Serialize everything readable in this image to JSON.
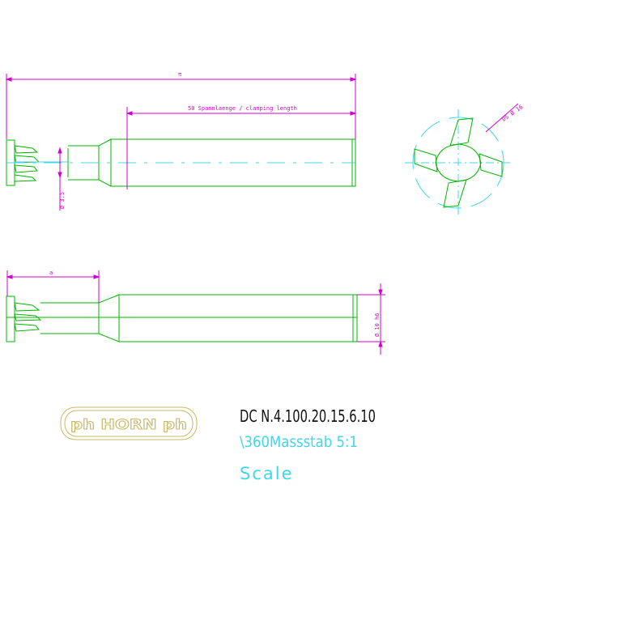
{
  "drawing": {
    "overall_length_label": "π",
    "clamping_length_label": "50  Spannlaenge / clamping length",
    "cutter_diameter_label": "Ø 3.5",
    "reach_label": "a",
    "shank_diameter_label": "Ø 10 h6",
    "end_view_label": "DS Ø 16"
  },
  "title_block": {
    "logo_text": "ph HORN ph",
    "part_number": "DC N.4.100.20.15.6.10",
    "scale_line": "\\360Massstab 5:1",
    "scale_label": "Scale"
  },
  "colors": {
    "outline": "#00b400",
    "dimension": "#d000d0",
    "centerline": "#3fd8e8",
    "logo": "#c8b864"
  }
}
